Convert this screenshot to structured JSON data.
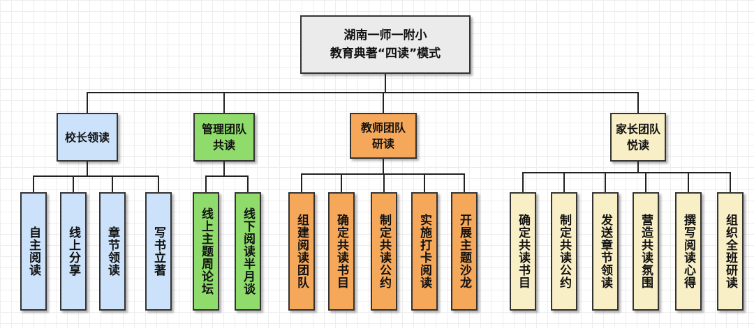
{
  "colors": {
    "root": "#ebebeb",
    "blue": "#cce2fb",
    "green": "#8fdb6b",
    "orange": "#f5a75a",
    "yellow": "#f9efc6"
  },
  "root": {
    "label": "湖南一师一附小\n教育典著“四读”模式"
  },
  "groups": [
    {
      "label": "校长领读",
      "color": "blue",
      "children": [
        "自主阅读",
        "线上分享",
        "章节领读",
        "写书立著"
      ]
    },
    {
      "label": "管理团队\n共读",
      "color": "green",
      "children": [
        "线上主题周论坛",
        "线下阅读半月谈"
      ]
    },
    {
      "label": "教师团队\n研读",
      "color": "orange",
      "children": [
        "组建阅读团队",
        "确定共读书目",
        "制定共读公约",
        "实施打卡阅读",
        "开展主题沙龙"
      ]
    },
    {
      "label": "家长团队\n悦读",
      "color": "yellow",
      "children": [
        "确定共读书目",
        "制定共读公约",
        "发送章节领读",
        "营造共读氛围",
        "撰写阅读心得",
        "组织全班研读"
      ]
    }
  ]
}
